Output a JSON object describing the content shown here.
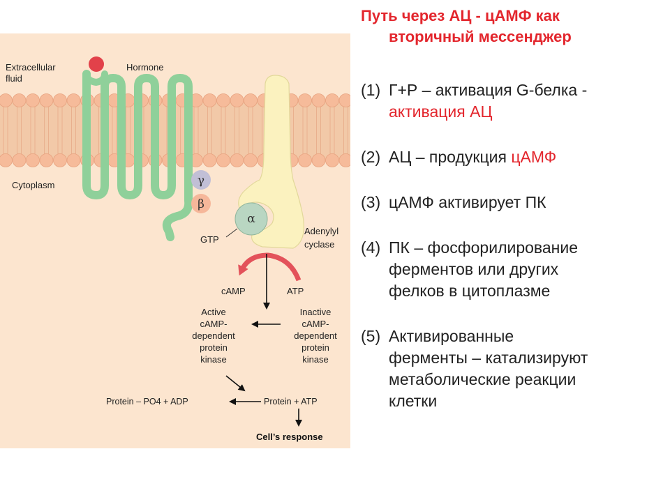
{
  "diagram": {
    "labels": {
      "extracellular_1": "Extracellular",
      "extracellular_2": "fluid",
      "hormone": "Hormone",
      "cytoplasm": "Cytoplasm",
      "gamma": "γ",
      "beta": "β",
      "alpha": "α",
      "gtp": "GTP",
      "adenylyl_1": "Adenylyl",
      "adenylyl_2": "cyclase",
      "camp": "cAMP",
      "atp": "ATP",
      "active_kinase": [
        "Active",
        "cAMP-",
        "dependent",
        "protein",
        "kinase"
      ],
      "inactive_kinase": [
        "Inactive",
        "cAMP-",
        "dependent",
        "protein",
        "kinase"
      ],
      "protein_po4": "Protein – PO4 + ADP",
      "protein_atp": "Protein + ATP",
      "cells_response": "Cell’s response"
    },
    "colors": {
      "panel": "#fce5cf",
      "lipid_head": "#f6bb9a",
      "lipid_tail": "#f2c9a8",
      "receptor": "#8fd09a",
      "hormone": "#e2414a",
      "adenylyl_cyclase": "#fbf2bf",
      "gamma_subunit": "#c1bfd6",
      "beta_subunit": "#f6b79a",
      "alpha_subunit": "#b9d6c2",
      "curved_arrow": "#e3525a"
    }
  },
  "text": {
    "title_line1": "Путь через АЦ - цАМФ как",
    "title_line2": "вторичный мессенджер",
    "steps": [
      {
        "num": "(1)",
        "lines": [
          [
            {
              "t": "Г+Р – активация G-белка -",
              "red": false
            }
          ],
          [
            {
              "t": "активация АЦ",
              "red": true
            }
          ]
        ]
      },
      {
        "num": "(2)",
        "lines": [
          [
            {
              "t": "АЦ – продукция ",
              "red": false
            },
            {
              "t": "цАМФ",
              "red": true
            }
          ]
        ]
      },
      {
        "num": "(3)",
        "lines": [
          [
            {
              "t": "цАМФ активирует ПК",
              "red": false
            }
          ]
        ]
      },
      {
        "num": "(4)",
        "lines": [
          [
            {
              "t": "ПК – фосфорилирование",
              "red": false
            }
          ],
          [
            {
              "t": "ферментов или других",
              "red": false
            }
          ],
          [
            {
              "t": "фелков в цитоплазме",
              "red": false
            }
          ]
        ]
      },
      {
        "num": "(5)",
        "lines": [
          [
            {
              "t": "Активированные",
              "red": false
            }
          ],
          [
            {
              "t": "ферменты – катализируют",
              "red": false
            }
          ],
          [
            {
              "t": "метаболические реакции",
              "red": false
            }
          ],
          [
            {
              "t": "клетки",
              "red": false
            }
          ]
        ]
      }
    ]
  }
}
